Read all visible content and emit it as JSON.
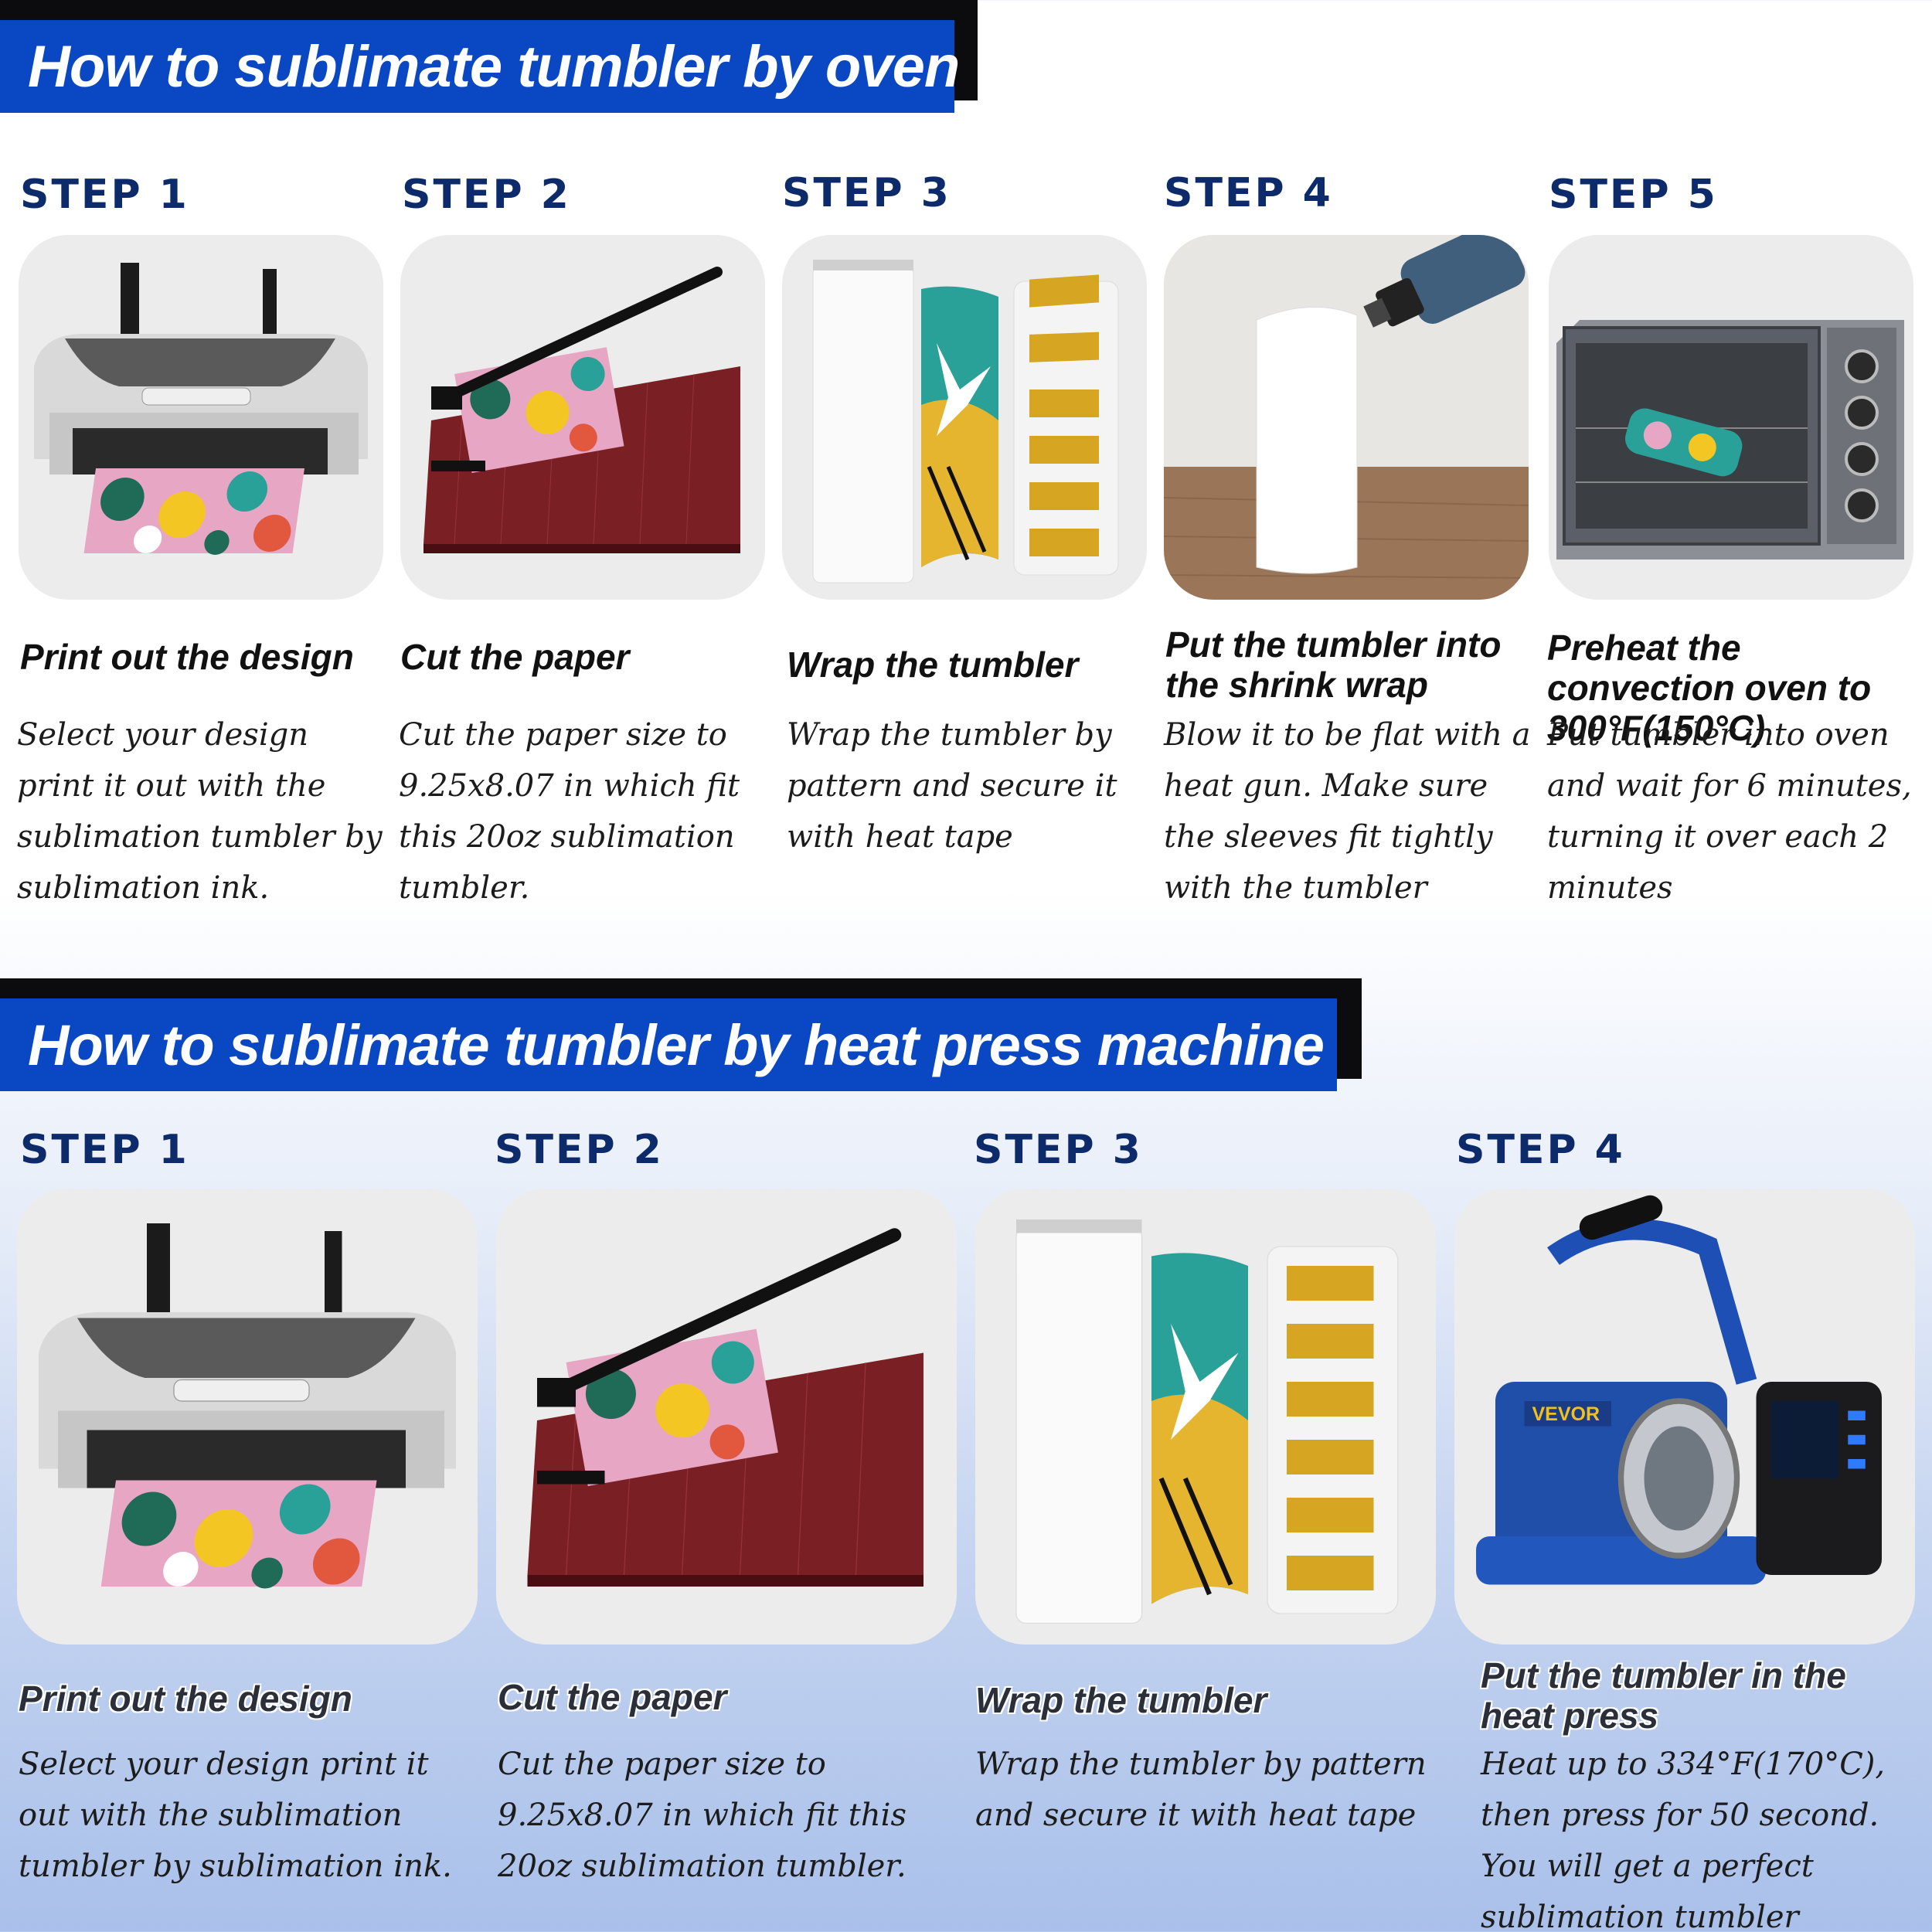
{
  "oven": {
    "title": "How to sublimate tumbler by oven",
    "steps": [
      {
        "label": "STEP  1",
        "title": "Print out the design",
        "text": "Select your design print it out with the sublimation tumbler by sublimation ink.",
        "image": "printer"
      },
      {
        "label": "STEP  2",
        "title": "Cut the paper",
        "text": "Cut the paper size to 9.25x8.07 in which fit this 20oz sublimation tumbler.",
        "image": "paper-cutter"
      },
      {
        "label": "STEP  3",
        "title": "Wrap the tumbler",
        "text": "Wrap the tumbler by pattern and secure it with heat tape",
        "image": "tumbler-wrap"
      },
      {
        "label": "STEP  4",
        "title": "Put the tumbler into the shrink wrap",
        "text": "Blow it to be flat with a heat gun. Make sure the sleeves fit tightly with the tumbler",
        "image": "heat-gun"
      },
      {
        "label": "STEP  5",
        "title": "Preheat the convection oven to 300°F(150°C)",
        "text": "Put tumbler into oven and wait for 6 minutes, turning it over each 2 minutes",
        "image": "convection-oven"
      }
    ]
  },
  "press": {
    "title": "How to sublimate tumbler by heat press machine",
    "steps": [
      {
        "label": "STEP  1",
        "title": "Print out the design",
        "text": "Select your design print it out with the sublimation tumbler by sublimation ink.",
        "image": "printer"
      },
      {
        "label": "STEP  2",
        "title": "Cut the paper",
        "text": "Cut the paper size to 9.25x8.07 in which fit this 20oz sublimation tumbler.",
        "image": "paper-cutter"
      },
      {
        "label": "STEP  3",
        "title": "Wrap the tumbler",
        "text": "Wrap the tumbler by pattern and secure it with heat tape",
        "image": "tumbler-wrap"
      },
      {
        "label": "STEP  4",
        "title": "Put the tumbler in the heat press",
        "text": "Heat up to 334°F(170°C), then press for 50 second. You will get a perfect sublimation tumbler",
        "image": "heat-press-machine",
        "brand": "VEVOR"
      }
    ]
  },
  "colors": {
    "banner": "#0a47c2",
    "step": "#0d2a6b"
  }
}
